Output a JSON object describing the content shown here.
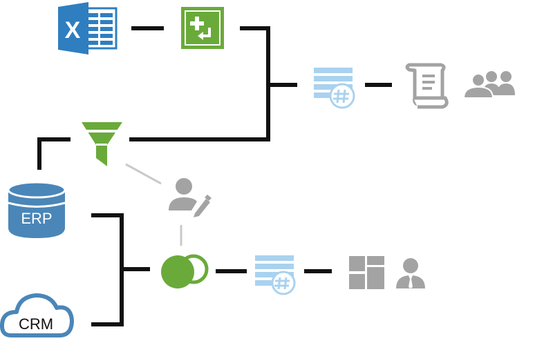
{
  "diagram": {
    "nodes": {
      "excel": {
        "icon": "excel-icon",
        "letter": "X"
      },
      "transform": {
        "icon": "transform-icon"
      },
      "dataset_top": {
        "icon": "dataset-hash-icon"
      },
      "scroll": {
        "icon": "scroll-report-icon"
      },
      "users": {
        "icon": "users-group-icon"
      },
      "filter": {
        "icon": "filter-funnel-icon"
      },
      "editor": {
        "icon": "user-edit-icon"
      },
      "erp": {
        "icon": "database-icon",
        "label": "ERP"
      },
      "crm": {
        "icon": "cloud-icon",
        "label": "CRM"
      },
      "merge": {
        "icon": "merge-circles-icon"
      },
      "dataset_bottom": {
        "icon": "dataset-hash-icon"
      },
      "dashboard": {
        "icon": "dashboard-layout-icon"
      },
      "single_user": {
        "icon": "user-icon"
      }
    },
    "colors": {
      "connector": "#111111",
      "connector_light": "#c9c9c9",
      "excel_blue": "#2f7ec0",
      "green": "#6aaa3a",
      "light_blue": "#a9d2ef",
      "gray": "#a3a3a3",
      "db_blue": "#4a86b8"
    }
  }
}
